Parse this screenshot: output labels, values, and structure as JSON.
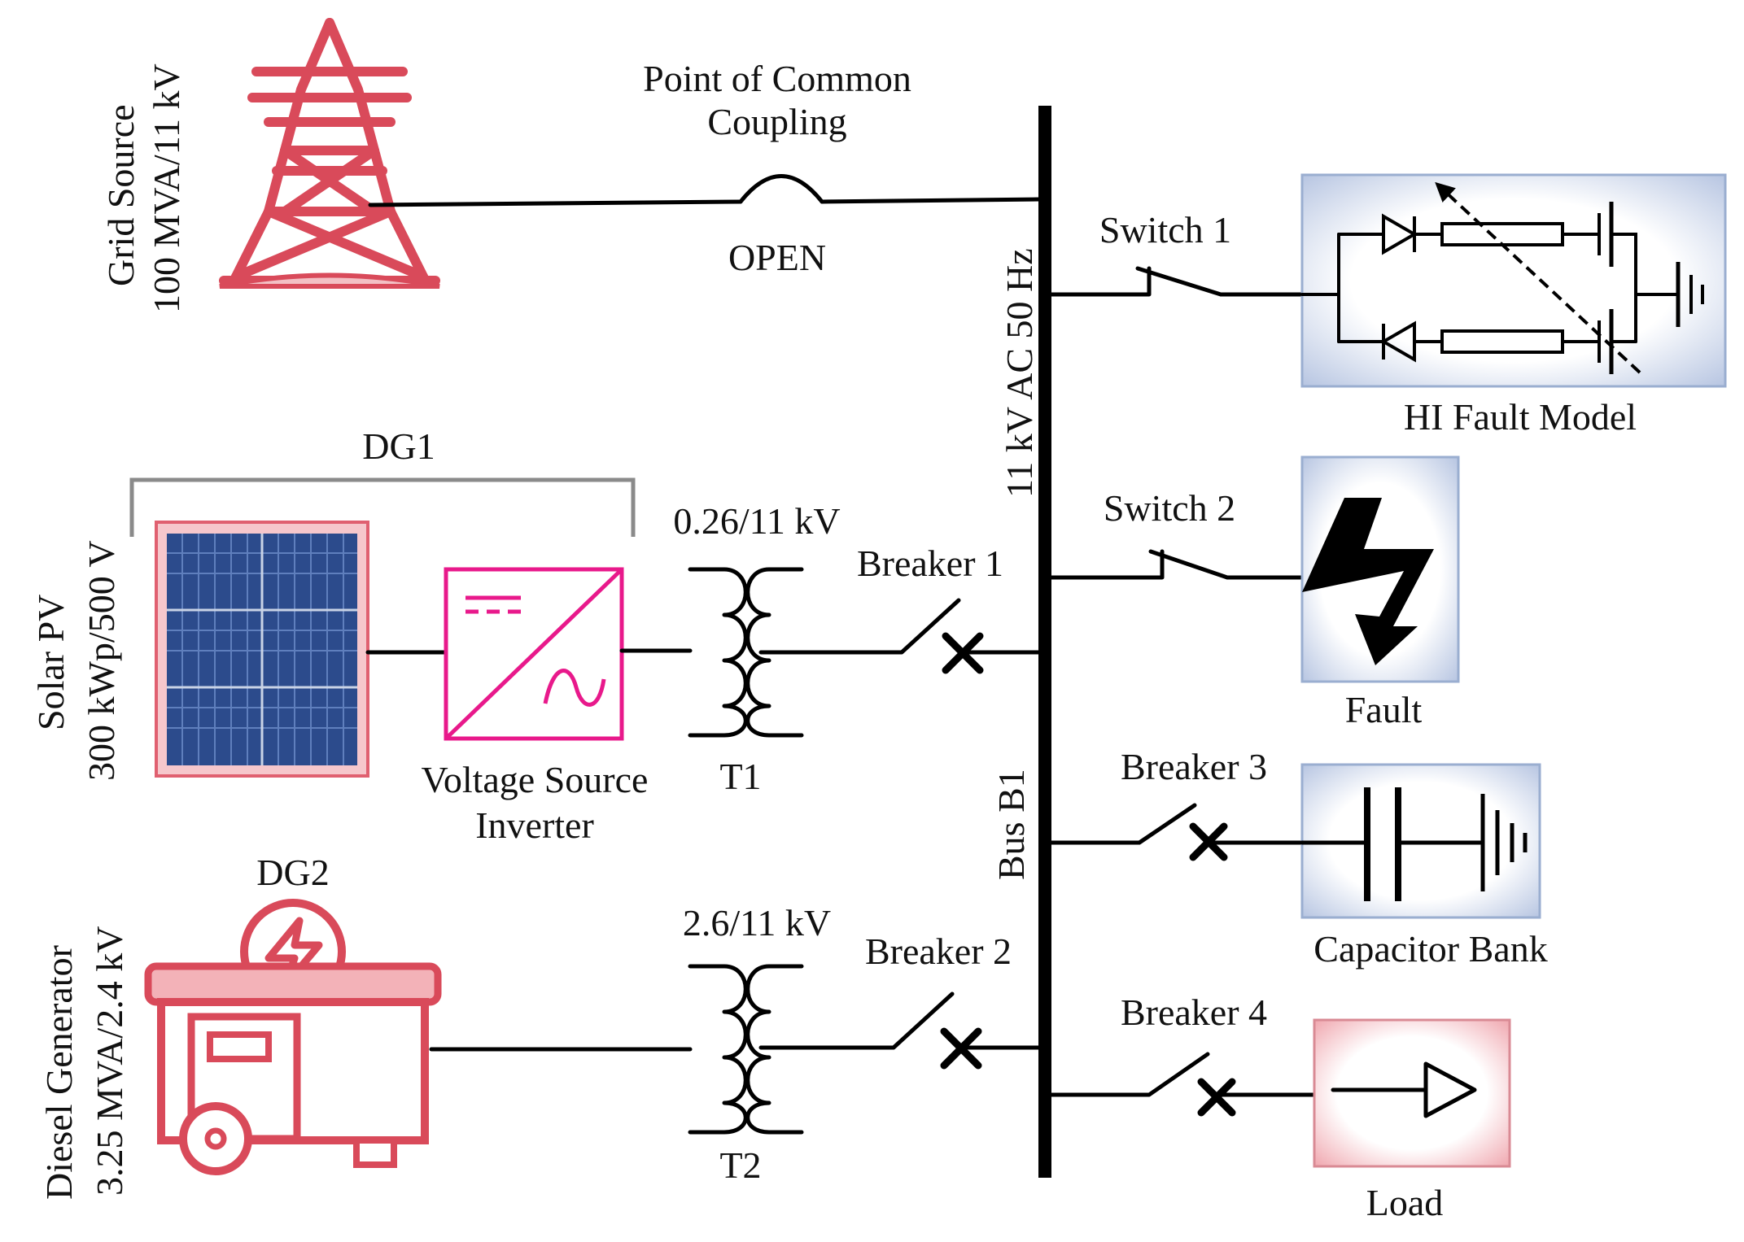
{
  "grid": {
    "name": "Grid Source",
    "rating": "100 MVA/11 kV"
  },
  "pcc": {
    "title_line1": "Point of Common",
    "title_line2": "Coupling",
    "state": "OPEN"
  },
  "bus": {
    "name": "Bus B1",
    "rating": "11 kV AC 50 Hz"
  },
  "dg1": {
    "label": "DG1",
    "pv_name": "Solar PV",
    "pv_rating": "300 kWp/500 V",
    "inverter_line1": "Voltage Source",
    "inverter_line2": "Inverter",
    "transformer_rating": "0.26/11 kV",
    "transformer_name": "T1",
    "breaker": "Breaker 1"
  },
  "dg2": {
    "label": "DG2",
    "gen_name": "Diesel Generator",
    "gen_rating": "3.25 MVA/2.4 kV",
    "transformer_rating": "2.6/11 kV",
    "transformer_name": "T2",
    "breaker": "Breaker 2"
  },
  "feeders": {
    "switch1": "Switch 1",
    "hi_fault": "HI Fault Model",
    "switch2": "Switch 2",
    "fault": "Fault",
    "breaker3": "Breaker 3",
    "capacitor": "Capacitor Bank",
    "breaker4": "Breaker 4",
    "load": "Load"
  },
  "colors": {
    "accent": "#d94a5a",
    "inverter": "#e8198b",
    "panel": "#2c4b8c",
    "box_shadow": "#9aaed0"
  }
}
